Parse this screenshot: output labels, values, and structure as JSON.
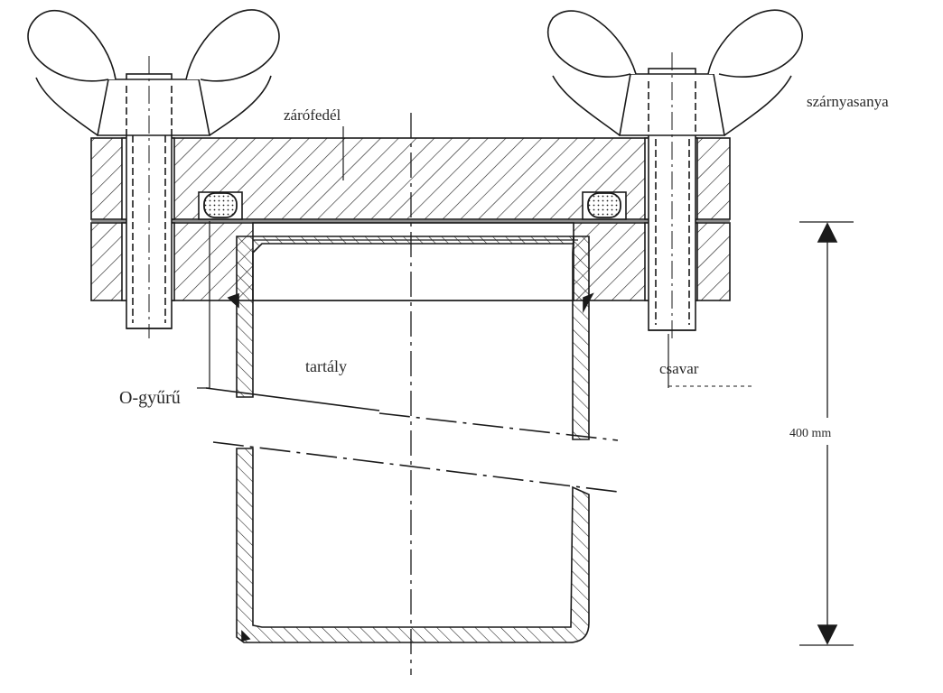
{
  "labels": {
    "lid": "zárófedél",
    "wing_nut": "szárnyasanya",
    "tank": "tartály",
    "o_ring": "O-gyűrű",
    "bolt": "csavar",
    "height": "400 mm"
  },
  "colors": {
    "ink": "#1a1a1a",
    "paper": "#ffffff",
    "label": "#2a2a2a"
  }
}
